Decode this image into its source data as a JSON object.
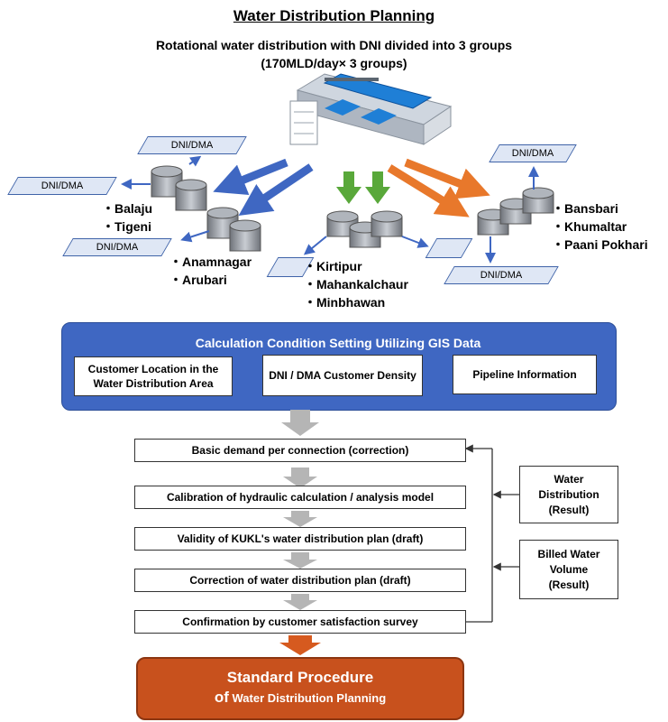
{
  "header": {
    "title": "Water Distribution Planning",
    "subtitle_line1": "Rotational water distribution with DNI divided into 3 groups",
    "subtitle_line2": "(170MLD/day× 3 groups)"
  },
  "dni_dma_label": "DNI/DMA",
  "groups": {
    "west_a": [
      "・Balaju",
      "・Tigeni"
    ],
    "west_b": [
      "・Anamnagar",
      "・Arubari"
    ],
    "center": [
      "・Kirtipur",
      "・Mahankalchaur",
      "・Minbhawan"
    ],
    "east": [
      "・Bansbari",
      "・Khumaltar",
      "・Paani Pokhari"
    ]
  },
  "colors": {
    "blue": "#3f67c2",
    "green": "#59a83a",
    "orange": "#e8782b",
    "final": "#c8511d"
  },
  "gis": {
    "title": "Calculation Condition Setting Utilizing GIS Data",
    "boxes": [
      "Customer Location in the Water Distribution Area",
      "DNI / DMA Customer Density",
      "Pipeline Information"
    ]
  },
  "steps": [
    "Basic demand per connection (correction)",
    "Calibration of hydraulic calculation / analysis model",
    "Validity of KUKL's water distribution plan (draft)",
    "Correction of water distribution plan (draft)",
    "Confirmation by customer satisfaction survey"
  ],
  "inputs": {
    "water_distribution": [
      "Water",
      "Distribution",
      "(Result)"
    ],
    "billed_water": [
      "Billed Water",
      "Volume",
      "(Result)"
    ]
  },
  "final": {
    "line1": "Standard Procedure",
    "line2_of": "of",
    "line2_rest": " Water Distribution Planning"
  }
}
